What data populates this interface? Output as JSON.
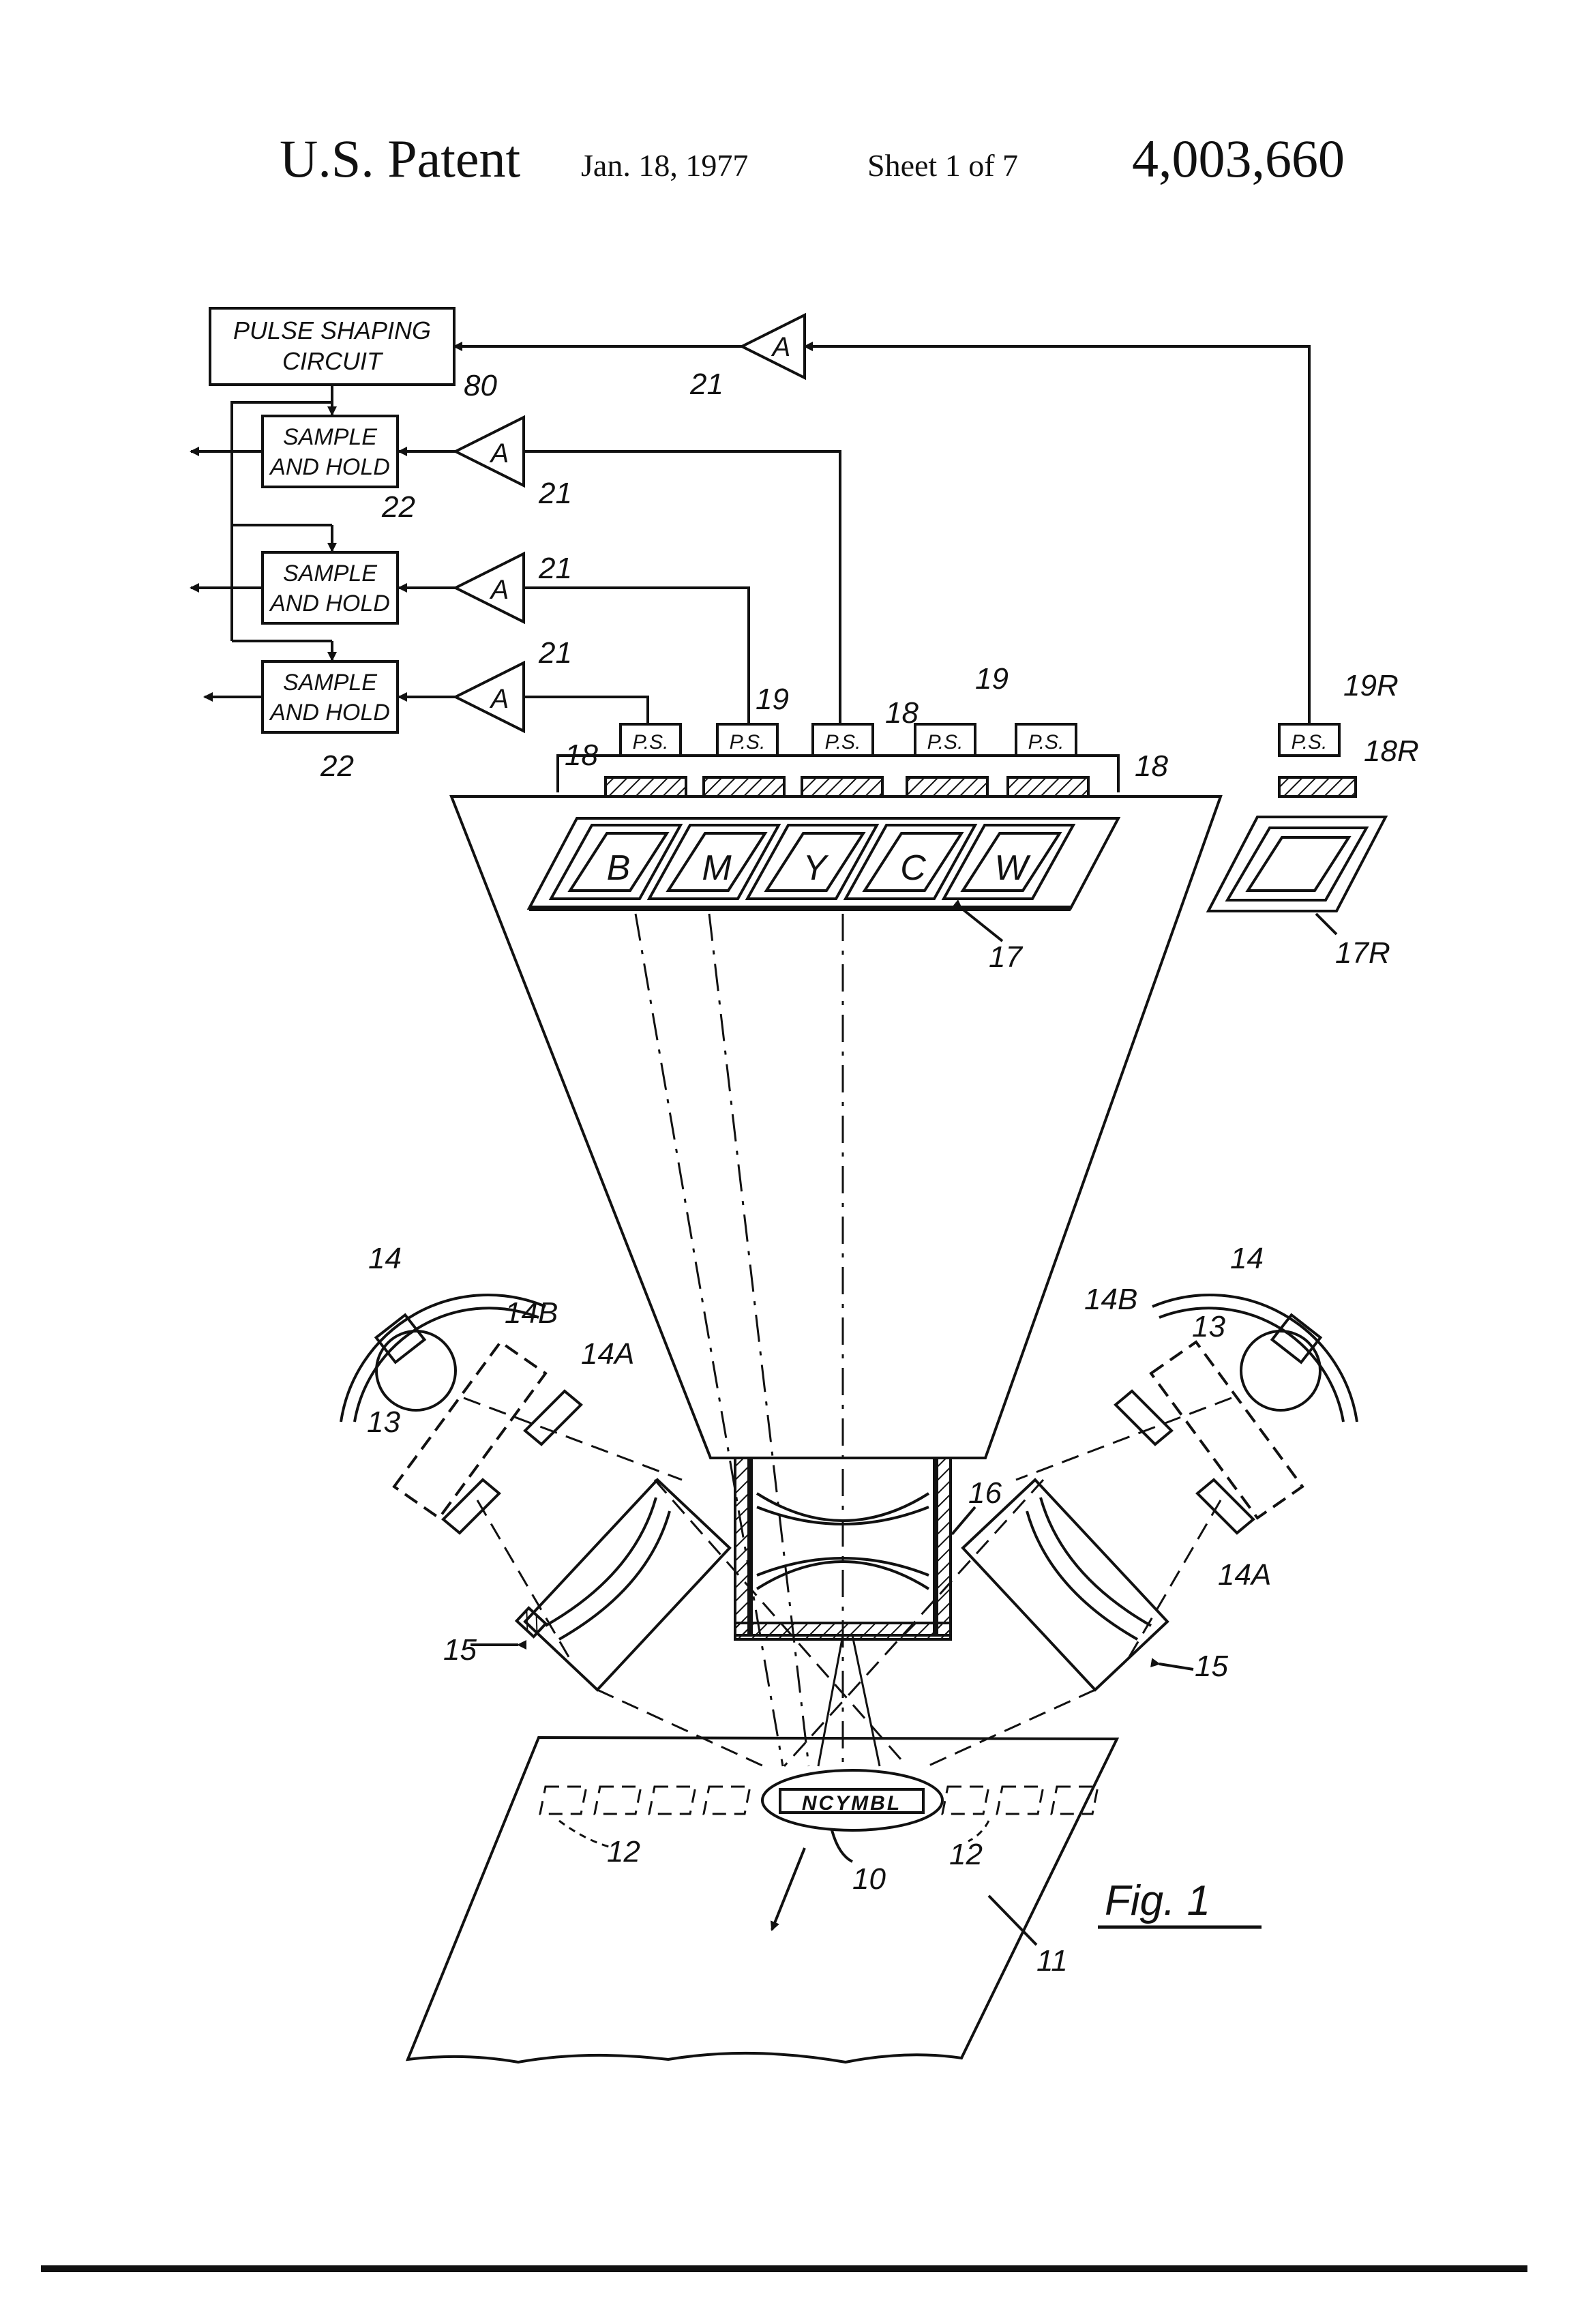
{
  "header": {
    "title": "U.S. Patent",
    "date": "Jan. 18, 1977",
    "sheet": "Sheet 1 of 7",
    "patent_number": "4,003,660"
  },
  "diagram": {
    "pulse_shaping": {
      "line1": "PULSE SHAPING",
      "line2": "CIRCUIT",
      "ref": "80"
    },
    "sample_hold": {
      "line1": "SAMPLE",
      "line2": "AND HOLD",
      "ref": "22"
    },
    "amplifier": {
      "symbol": "A",
      "ref": "21"
    },
    "ps_box": {
      "label": "P.S.",
      "ref": "19",
      "ref_r": "19R"
    },
    "sensor_ref": "18",
    "sensor_ref_r": "18R",
    "filter_letters": [
      "B",
      "M",
      "Y",
      "C",
      "W"
    ],
    "filter_ref": "17",
    "filter_ref_r": "17R",
    "lamp_ref": "14",
    "bulb_ref": "13",
    "mirror_a_ref": "14A",
    "mirror_b_ref": "14B",
    "lens_side_ref": "15",
    "lens_center_ref": "16",
    "spot_ref": "10",
    "sheet_ref": "11",
    "marks_ref": "12",
    "spot_text": "NCYMBL",
    "figure_label": "Fig. 1"
  },
  "colors": {
    "ink": "#111111",
    "paper": "#ffffff"
  }
}
